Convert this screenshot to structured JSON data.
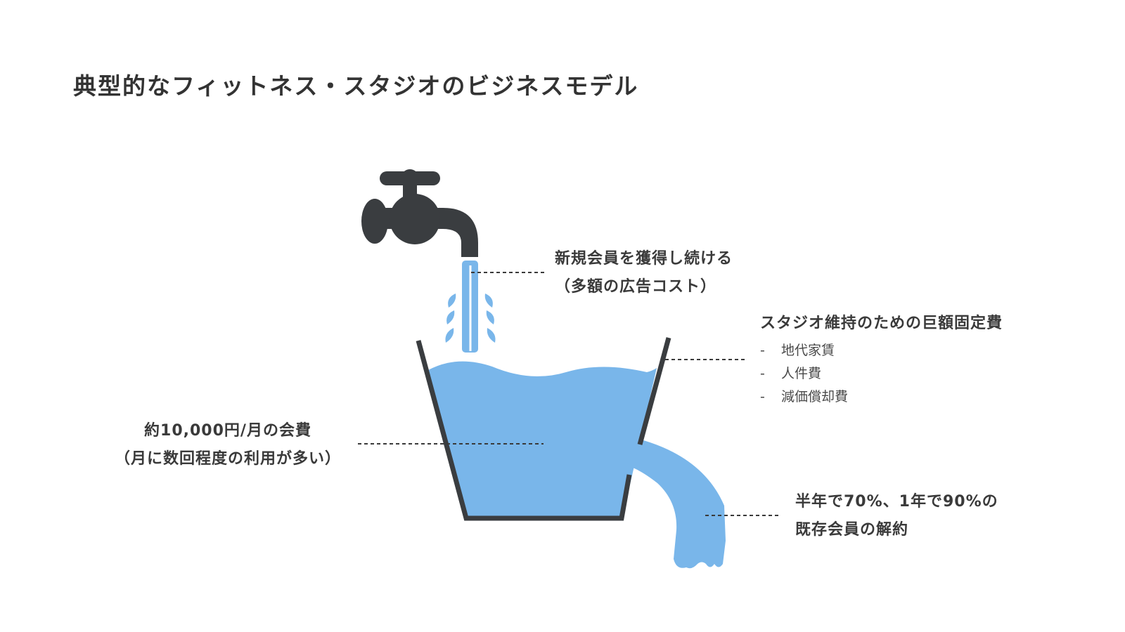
{
  "title": "典型的なフィットネス・スタジオのビジネスモデル",
  "colors": {
    "water": "#79b6ea",
    "dark": "#3a3d40",
    "text": "#3a3a3a",
    "leader": "#3a3a3a"
  },
  "icons": [
    "faucet-icon",
    "water-stream",
    "water-droplets",
    "bucket-icon",
    "leak-stream"
  ],
  "labels": {
    "acquisition": [
      "新規会員を獲得し続ける",
      "（多額の広告コスト）"
    ],
    "fixed_costs": {
      "heading": "スタジオ維持のための巨額固定費",
      "items": [
        "地代家賃",
        "人件費",
        "減価償却費"
      ]
    },
    "membership_fee": [
      "約10,000円/月の会費",
      "（月に数回程度の利用が多い）"
    ],
    "churn": [
      "半年で70%、1年で90%の",
      "既存会員の解約"
    ]
  }
}
